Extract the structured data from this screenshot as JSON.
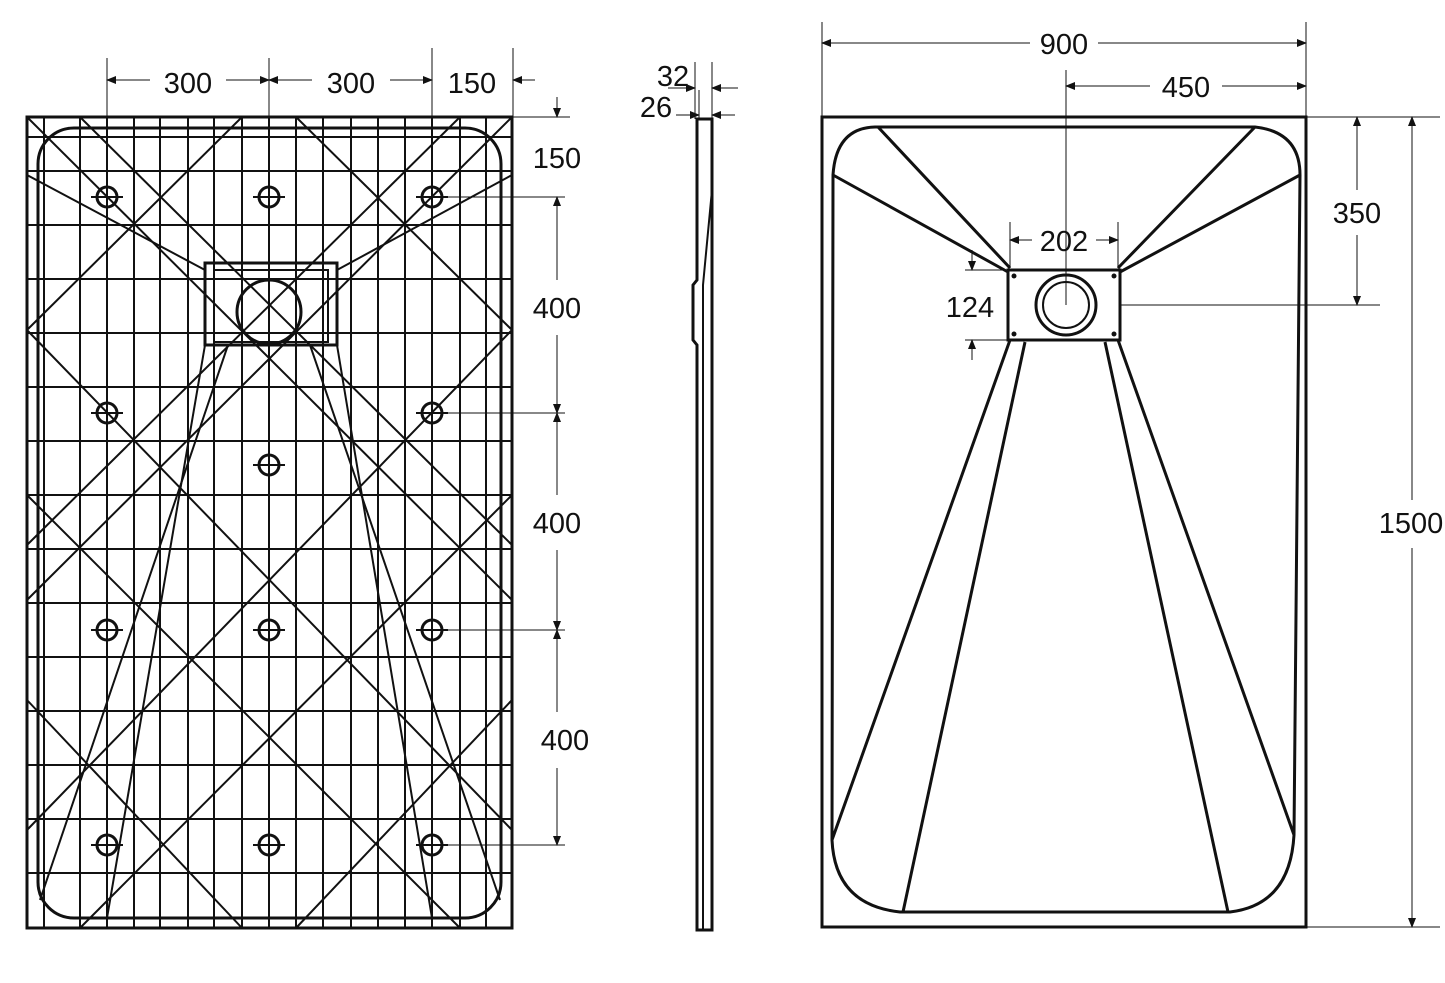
{
  "title": "Shower tray technical drawing",
  "bottom_view": {
    "dimensions_horizontal": [
      "300",
      "300",
      "150"
    ],
    "dimensions_vertical": [
      "150",
      "400",
      "400",
      "400"
    ]
  },
  "side_view": {
    "thickness_top": "32",
    "thickness_edge": "26"
  },
  "top_view": {
    "width": "900",
    "drain_offset_x": "450",
    "drain_offset_y": "350",
    "length": "1500",
    "drain_width": "202",
    "drain_height": "124"
  }
}
